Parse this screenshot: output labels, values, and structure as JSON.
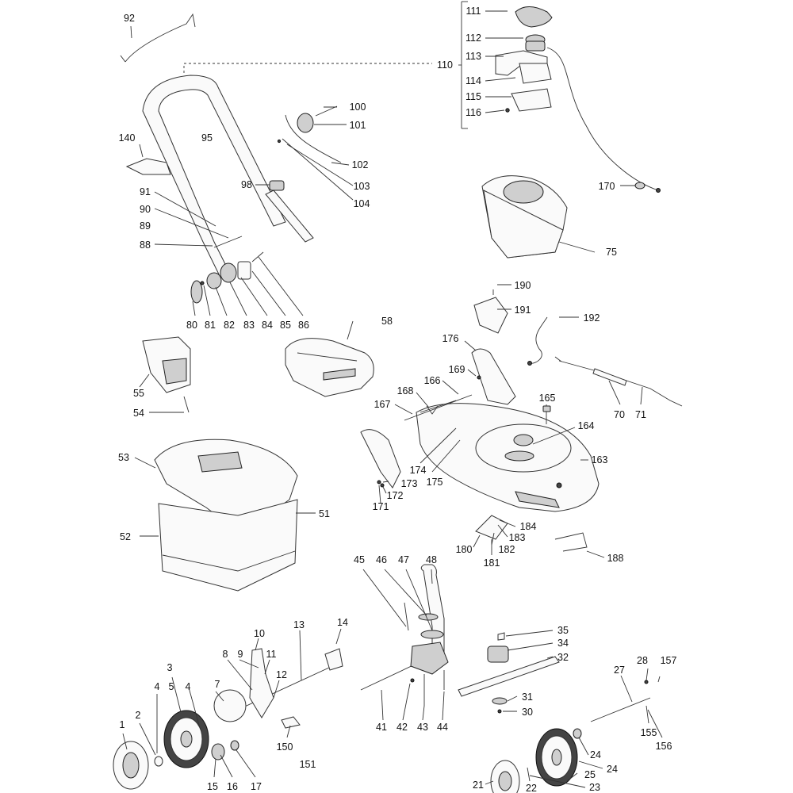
{
  "diagram": {
    "callouts": [
      "92",
      "110",
      "111",
      "112",
      "113",
      "114",
      "115",
      "116",
      "100",
      "101",
      "102",
      "103",
      "104",
      "95",
      "98",
      "140",
      "91",
      "90",
      "89",
      "88",
      "80",
      "81",
      "82",
      "83",
      "84",
      "85",
      "86",
      "170",
      "75",
      "190",
      "191",
      "192",
      "58",
      "176",
      "169",
      "166",
      "168",
      "167",
      "165",
      "164",
      "163",
      "174",
      "175",
      "173",
      "172",
      "171",
      "55",
      "54",
      "53",
      "51",
      "52",
      "70",
      "71",
      "184",
      "183",
      "182",
      "180",
      "181",
      "188",
      "45",
      "46",
      "47",
      "48",
      "35",
      "34",
      "32",
      "31",
      "30",
      "41",
      "42",
      "43",
      "44",
      "13",
      "14",
      "10",
      "9",
      "8",
      "11",
      "12",
      "7",
      "3",
      "5",
      "4",
      "4",
      "1",
      "2",
      "15",
      "16",
      "17",
      "150",
      "151",
      "27",
      "28",
      "157",
      "155",
      "156",
      "24",
      "25",
      "24",
      "23",
      "22",
      "21"
    ]
  }
}
